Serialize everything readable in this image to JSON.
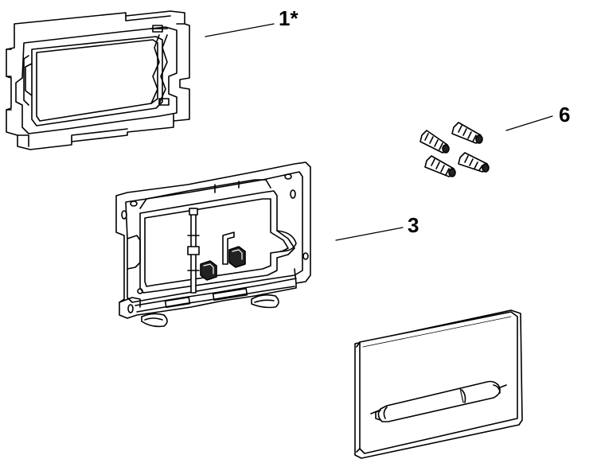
{
  "callouts": {
    "part1": "1*",
    "part3": "3",
    "part6": "6"
  },
  "colors": {
    "line": "#000000",
    "fill": "#ffffff",
    "shade": "#e6e6e6",
    "dark": "#222222"
  }
}
